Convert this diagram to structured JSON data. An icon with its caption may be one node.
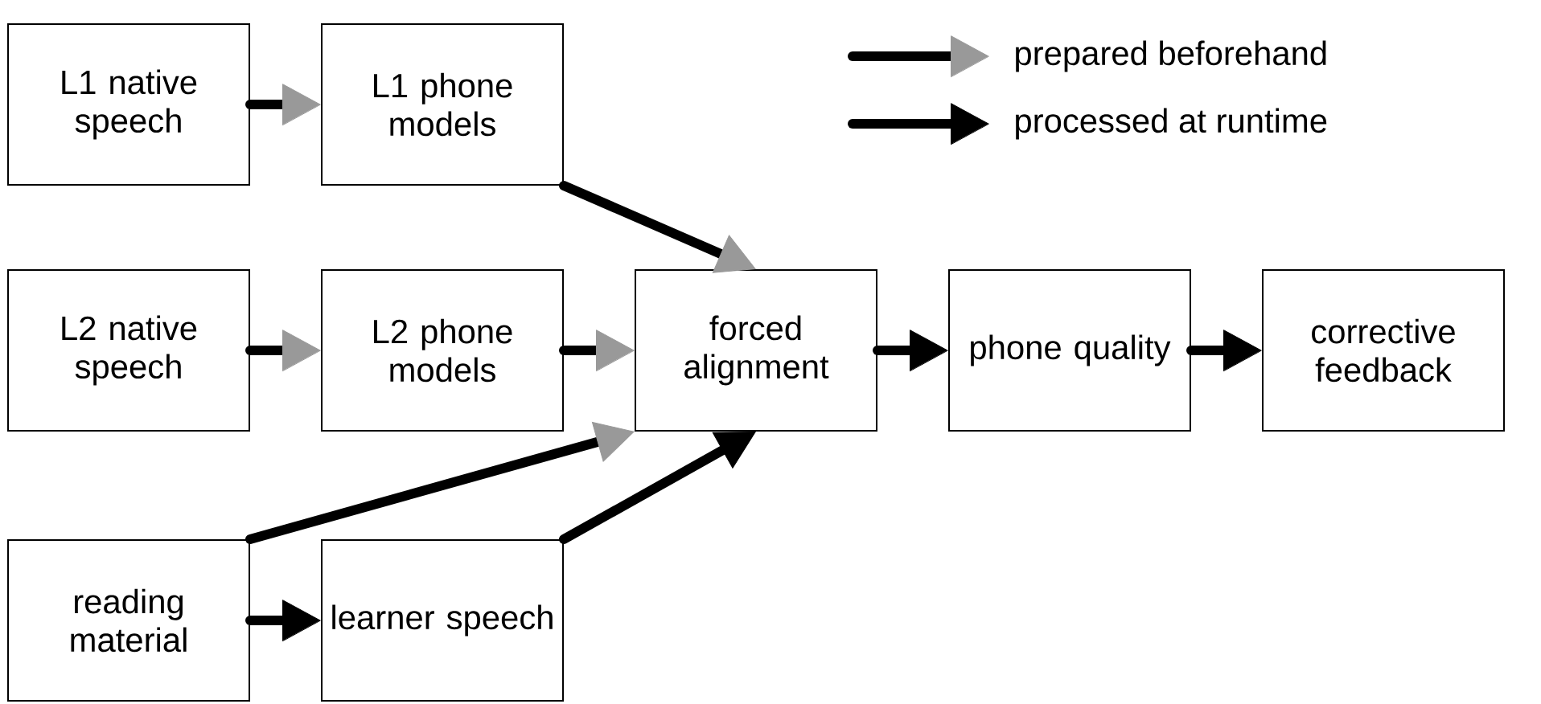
{
  "diagram": {
    "nodes": [
      {
        "text": [
          "L1 native speech"
        ]
      },
      {
        "text": [
          "L1 phone models"
        ]
      },
      {
        "text": [
          "L2 native speech"
        ]
      },
      {
        "text": [
          "L2 phone models"
        ]
      },
      {
        "text": [
          "forced alignment"
        ]
      },
      {
        "text": [
          "phone quality"
        ]
      },
      {
        "text": [
          "corrective feedback"
        ]
      },
      {
        "text": [
          "reading material"
        ]
      },
      {
        "text": [
          "learner speech"
        ]
      }
    ],
    "edges": [
      {
        "from": 0,
        "to": 1,
        "arrow": "to"
      },
      {
        "from": 1,
        "to": 4,
        "arrow": "to"
      },
      {
        "from": 2,
        "to": 3,
        "arrow": "to"
      },
      {
        "from": 3,
        "to": 4,
        "arrow": "to"
      },
      {
        "from": 7,
        "to": 4,
        "arrow": "to"
      },
      {
        "from": 7,
        "to": 8,
        "arrow": "to",
        "color": "#000000"
      },
      {
        "from": 8,
        "to": 4,
        "arrow": "to",
        "color": "#000000"
      },
      {
        "from": 4,
        "to": 5,
        "arrow": "to",
        "color": "#000000"
      },
      {
        "from": 5,
        "to": 6,
        "arrow": "to",
        "color": "#000000"
      }
    ],
    "legend": [
      {
        "text": "prepared beforehand"
      },
      {
        "text": "processed at runtime"
      }
    ]
  }
}
